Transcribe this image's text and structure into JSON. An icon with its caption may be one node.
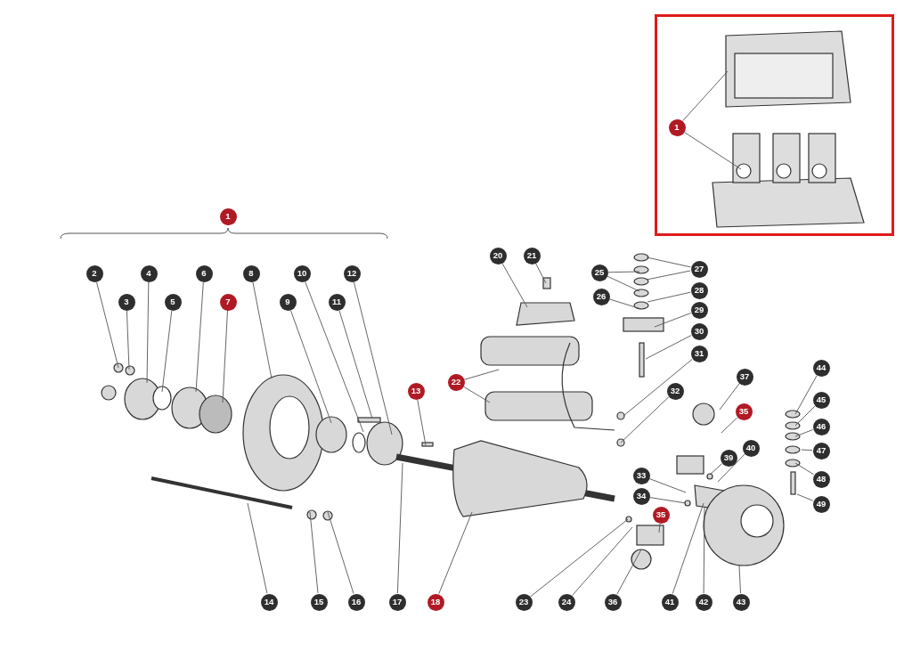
{
  "diagram": {
    "nodes": [
      {
        "text": [
          "1"
        ]
      },
      {
        "text": [
          "2"
        ]
      },
      {
        "text": [
          "3"
        ]
      },
      {
        "text": [
          "4"
        ]
      },
      {
        "text": [
          "5"
        ]
      },
      {
        "text": [
          "6"
        ]
      },
      {
        "text": [
          "7"
        ]
      },
      {
        "text": [
          "8"
        ]
      },
      {
        "text": [
          "9"
        ]
      },
      {
        "text": [
          "10"
        ]
      },
      {
        "text": [
          "11"
        ]
      },
      {
        "text": [
          "12"
        ]
      },
      {
        "text": [
          "13"
        ]
      },
      {
        "text": [
          "14"
        ]
      },
      {
        "text": [
          "15"
        ]
      },
      {
        "text": [
          "16"
        ]
      },
      {
        "text": [
          "17"
        ]
      },
      {
        "text": [
          "18"
        ]
      },
      {
        "text": [
          "20"
        ]
      },
      {
        "text": [
          "21"
        ]
      },
      {
        "text": [
          "22"
        ]
      },
      {
        "text": [
          "23"
        ]
      },
      {
        "text": [
          "24"
        ]
      },
      {
        "text": [
          "25"
        ]
      },
      {
        "text": [
          "26"
        ]
      },
      {
        "text": [
          "27"
        ]
      },
      {
        "text": [
          "28"
        ]
      },
      {
        "text": [
          "29"
        ]
      },
      {
        "text": [
          "30"
        ]
      },
      {
        "text": [
          "31"
        ]
      },
      {
        "text": [
          "32"
        ]
      },
      {
        "text": [
          "33"
        ]
      },
      {
        "text": [
          "34"
        ]
      },
      {
        "text": [
          "35"
        ]
      },
      {
        "text": [
          "35"
        ]
      },
      {
        "text": [
          "36"
        ]
      },
      {
        "text": [
          "37"
        ]
      },
      {
        "text": [
          "39"
        ]
      },
      {
        "text": [
          "40"
        ]
      },
      {
        "text": [
          "41"
        ]
      },
      {
        "text": [
          "42"
        ]
      },
      {
        "text": [
          "43"
        ]
      },
      {
        "text": [
          "44"
        ]
      },
      {
        "text": [
          "45"
        ]
      },
      {
        "text": [
          "46"
        ]
      },
      {
        "text": [
          "47"
        ]
      },
      {
        "text": [
          "48"
        ]
      },
      {
        "text": [
          "49"
        ]
      },
      {
        "text": [
          "1"
        ]
      }
    ],
    "edges": [
      {
        "from": 0,
        "to": null,
        "arrow": "none"
      },
      {
        "from": 0,
        "to": null,
        "arrow": "none"
      },
      {
        "from": 1,
        "to": null,
        "arrow": "none"
      },
      {
        "from": 2,
        "to": null,
        "arrow": "none"
      },
      {
        "from": 3,
        "to": null,
        "arrow": "none"
      },
      {
        "from": 4,
        "to": null,
        "arrow": "none"
      },
      {
        "from": 5,
        "to": null,
        "arrow": "none"
      },
      {
        "from": 6,
        "to": null,
        "arrow": "none"
      },
      {
        "from": 7,
        "to": null,
        "arrow": "none"
      },
      {
        "from": 8,
        "to": null,
        "arrow": "none"
      },
      {
        "from": 9,
        "to": null,
        "arrow": "none"
      },
      {
        "from": 10,
        "to": null,
        "arrow": "none"
      },
      {
        "from": 11,
        "to": null,
        "arrow": "none"
      },
      {
        "from": 12,
        "to": null,
        "arrow": "none"
      },
      {
        "from": 13,
        "to": null,
        "arrow": "none"
      },
      {
        "from": 14,
        "to": null,
        "arrow": "none"
      },
      {
        "from": 15,
        "to": null,
        "arrow": "none"
      },
      {
        "from": 16,
        "to": null,
        "arrow": "none"
      },
      {
        "from": 17,
        "to": null,
        "arrow": "none"
      },
      {
        "from": 18,
        "to": null,
        "arrow": "none"
      },
      {
        "from": 19,
        "to": null,
        "arrow": "none"
      },
      {
        "from": 20,
        "to": null,
        "arrow": "none"
      },
      {
        "from": 20,
        "to": null,
        "arrow": "none"
      },
      {
        "from": 21,
        "to": null,
        "arrow": "none"
      },
      {
        "from": 22,
        "to": null,
        "arrow": "none"
      },
      {
        "from": 23,
        "to": null,
        "arrow": "none"
      },
      {
        "from": 23,
        "to": null,
        "arrow": "none"
      },
      {
        "from": 24,
        "to": null,
        "arrow": "none"
      },
      {
        "from": 25,
        "to": null,
        "arrow": "none"
      },
      {
        "from": 25,
        "to": null,
        "arrow": "none"
      },
      {
        "from": 26,
        "to": null,
        "arrow": "none"
      },
      {
        "from": 27,
        "to": null,
        "arrow": "none"
      },
      {
        "from": 28,
        "to": null,
        "arrow": "none"
      },
      {
        "from": 29,
        "to": null,
        "arrow": "none"
      },
      {
        "from": 30,
        "to": null,
        "arrow": "none"
      },
      {
        "from": 31,
        "to": null,
        "arrow": "none"
      },
      {
        "from": 32,
        "to": null,
        "arrow": "none"
      },
      {
        "from": 33,
        "to": null,
        "arrow": "none"
      },
      {
        "from": 34,
        "to": null,
        "arrow": "none"
      },
      {
        "from": 35,
        "to": null,
        "arrow": "none"
      },
      {
        "from": 36,
        "to": null,
        "arrow": "none"
      },
      {
        "from": 37,
        "to": null,
        "arrow": "none"
      },
      {
        "from": 38,
        "to": null,
        "arrow": "none"
      },
      {
        "from": 39,
        "to": null,
        "arrow": "none"
      },
      {
        "from": 40,
        "to": null,
        "arrow": "none"
      },
      {
        "from": 41,
        "to": null,
        "arrow": "none"
      },
      {
        "from": 42,
        "to": null,
        "arrow": "none"
      },
      {
        "from": 43,
        "to": null,
        "arrow": "none"
      },
      {
        "from": 44,
        "to": null,
        "arrow": "none"
      },
      {
        "from": 45,
        "to": null,
        "arrow": "none"
      },
      {
        "from": 46,
        "to": null,
        "arrow": "none"
      },
      {
        "from": 47,
        "to": null,
        "arrow": "none"
      }
    ]
  }
}
